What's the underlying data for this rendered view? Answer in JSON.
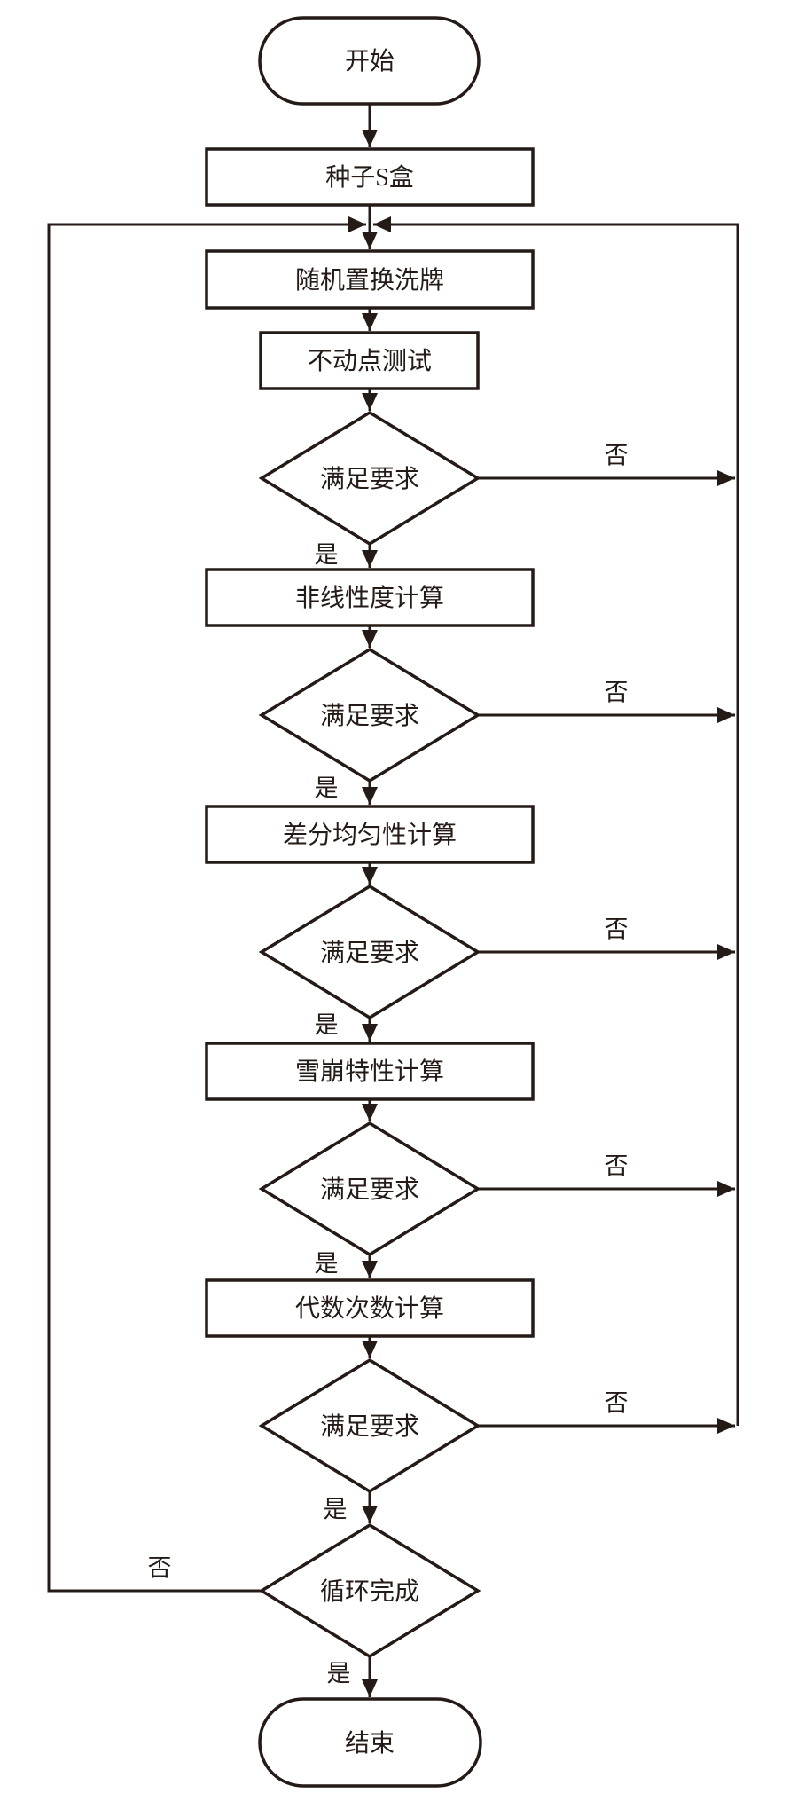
{
  "colors": {
    "ink": "#241a16",
    "background": "#ffffff"
  },
  "nodes": {
    "start": {
      "type": "terminator",
      "label": "开始"
    },
    "seed_sbox": {
      "type": "process",
      "label": "种子S盒"
    },
    "random_shuffle": {
      "type": "process",
      "label": "随机置换洗牌"
    },
    "fixed_point_test": {
      "type": "process",
      "label": "不动点测试"
    },
    "check1": {
      "type": "decision",
      "label": "满足要求"
    },
    "nonlinearity": {
      "type": "process",
      "label": "非线性度计算"
    },
    "check2": {
      "type": "decision",
      "label": "满足要求"
    },
    "differential": {
      "type": "process",
      "label": "差分均匀性计算"
    },
    "check3": {
      "type": "decision",
      "label": "满足要求"
    },
    "avalanche": {
      "type": "process",
      "label": "雪崩特性计算"
    },
    "check4": {
      "type": "decision",
      "label": "满足要求"
    },
    "algebraic_degree": {
      "type": "process",
      "label": "代数次数计算"
    },
    "check5": {
      "type": "decision",
      "label": "满足要求"
    },
    "loop_complete": {
      "type": "decision",
      "label": "循环完成"
    },
    "end": {
      "type": "terminator",
      "label": "结束"
    }
  },
  "edge_labels": {
    "yes": "是",
    "no": "否"
  },
  "edges": [
    {
      "from": "start",
      "to": "seed_sbox"
    },
    {
      "from": "seed_sbox",
      "to": "random_shuffle"
    },
    {
      "from": "random_shuffle",
      "to": "fixed_point_test"
    },
    {
      "from": "fixed_point_test",
      "to": "check1"
    },
    {
      "from": "check1",
      "to": "nonlinearity",
      "label": "是"
    },
    {
      "from": "check1",
      "to": "random_shuffle",
      "label": "否",
      "via": "right-collector"
    },
    {
      "from": "nonlinearity",
      "to": "check2"
    },
    {
      "from": "check2",
      "to": "differential",
      "label": "是"
    },
    {
      "from": "check2",
      "to": "random_shuffle",
      "label": "否",
      "via": "right-collector"
    },
    {
      "from": "differential",
      "to": "check3"
    },
    {
      "from": "check3",
      "to": "avalanche",
      "label": "是"
    },
    {
      "from": "check3",
      "to": "random_shuffle",
      "label": "否",
      "via": "right-collector"
    },
    {
      "from": "avalanche",
      "to": "check4"
    },
    {
      "from": "check4",
      "to": "algebraic_degree",
      "label": "是"
    },
    {
      "from": "check4",
      "to": "random_shuffle",
      "label": "否",
      "via": "right-collector"
    },
    {
      "from": "algebraic_degree",
      "to": "check5"
    },
    {
      "from": "check5",
      "to": "loop_complete",
      "label": "是"
    },
    {
      "from": "check5",
      "to": "random_shuffle",
      "label": "否",
      "via": "right-collector"
    },
    {
      "from": "loop_complete",
      "to": "end",
      "label": "是"
    },
    {
      "from": "loop_complete",
      "to": "random_shuffle",
      "label": "否",
      "via": "left-loop"
    }
  ]
}
